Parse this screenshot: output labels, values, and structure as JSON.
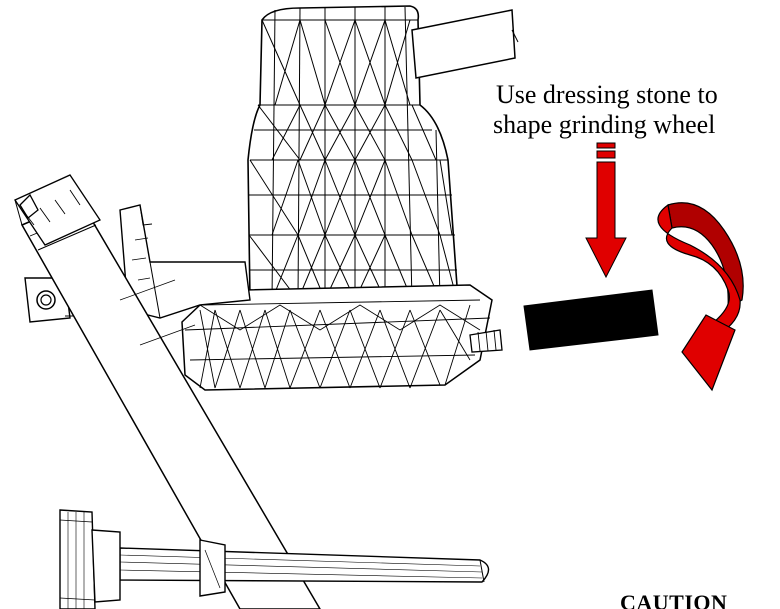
{
  "annotation": {
    "line1": "Use dressing stone to",
    "line2": "shape grinding wheel"
  },
  "footer": {
    "caution": "CAUTION"
  },
  "colors": {
    "arrow_red": "#e00000",
    "arrow_dark_red": "#b00000",
    "stone": "#000000",
    "line": "#000000"
  },
  "icons": {
    "down_arrow": "down-arrow-icon",
    "rotation_arrow": "curved-rotation-arrow-icon"
  }
}
